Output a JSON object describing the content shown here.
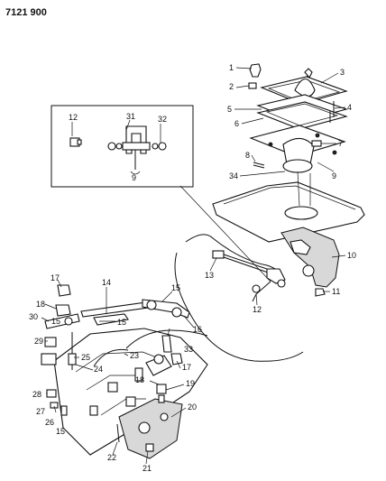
{
  "header": {
    "code": "7121 900"
  },
  "callouts": [
    "1",
    "2",
    "3",
    "4",
    "5",
    "6",
    "7",
    "8",
    "9",
    "34",
    "31",
    "32",
    "12",
    "9",
    "10",
    "11",
    "12",
    "13",
    "14",
    "15",
    "15",
    "16",
    "17",
    "18",
    "30",
    "15",
    "29",
    "25",
    "24",
    "23",
    "33",
    "17",
    "18",
    "19",
    "20",
    "28",
    "27",
    "26",
    "15",
    "22",
    "21"
  ]
}
